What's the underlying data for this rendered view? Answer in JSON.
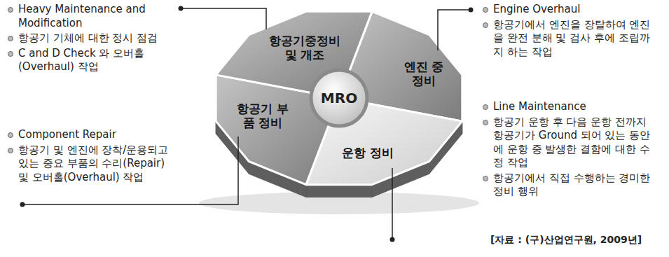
{
  "diagram": {
    "caption": "[자료 : (구)산업연구원, 2009년]",
    "nodes": [
      {
        "text": [
          "항공기중정비 및 개조"
        ]
      },
      {
        "text": [
          "엔진 중정비"
        ]
      },
      {
        "text": [
          "MRO"
        ]
      },
      {
        "text": [
          "항공기 부품 정비"
        ]
      },
      {
        "text": [
          "운항 정비"
        ]
      }
    ],
    "labels": [
      "Heavy Maintenance and Modification",
      "항공기 기체에 대한 정시 점검",
      "C and D Check 와 오버홀(Overhaul) 작업",
      "Engine Overhaul",
      "항공기에서 엔진을 장탈하여 엔진을 완전 분해 및 검사 후에 조립까지 하는 작업",
      "Component Repair",
      "항공기 및 엔진에 장착/운용되고 있는 중요 부품의 수리(Repair) 및 오버홀(Overhaul) 작업",
      "Line Maintenance",
      "항공기 운항 후 다음 운항 전까지 항공기가 Ground 되어 있는 동안에 운항 중 발생한 결함에 대한 수정 작업",
      "항공기에서 직접 수행하는 경미한 정비 행위"
    ]
  }
}
